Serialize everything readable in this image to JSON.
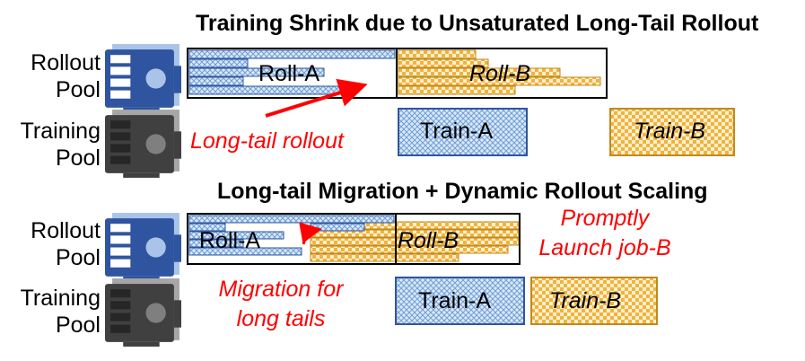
{
  "section1": {
    "title": "Training Shrink due to Unsaturated Long-Tail Rollout",
    "rollout_label_1": "Rollout",
    "rollout_label_2": "Pool",
    "training_label_1": "Training",
    "training_label_2": "Pool",
    "roll_a": "Roll-A",
    "roll_b": "Roll-B",
    "train_a": "Train-A",
    "train_b": "Train-B",
    "annotation": "Long-tail rollout"
  },
  "section2": {
    "title": "Long-tail Migration + Dynamic Rollout Scaling",
    "rollout_label_1": "Rollout",
    "rollout_label_2": "Pool",
    "training_label_1": "Training",
    "training_label_2": "Pool",
    "roll_a": "Roll-A",
    "roll_b": "Roll-B",
    "train_a": "Train-A",
    "train_b": "Train-B",
    "annotation_1": "Migration for",
    "annotation_2": "long tails",
    "prompt_1": "Promptly",
    "prompt_2": "Launch job-B"
  },
  "colors": {
    "rollout_gpu": "#2f55a0",
    "training_gpu": "#404040",
    "blue_fill": "#9dc3e6",
    "orange_fill": "#f4b942",
    "annotation_red": "#ff0000"
  },
  "icons": [
    "gpu-card-icon"
  ]
}
